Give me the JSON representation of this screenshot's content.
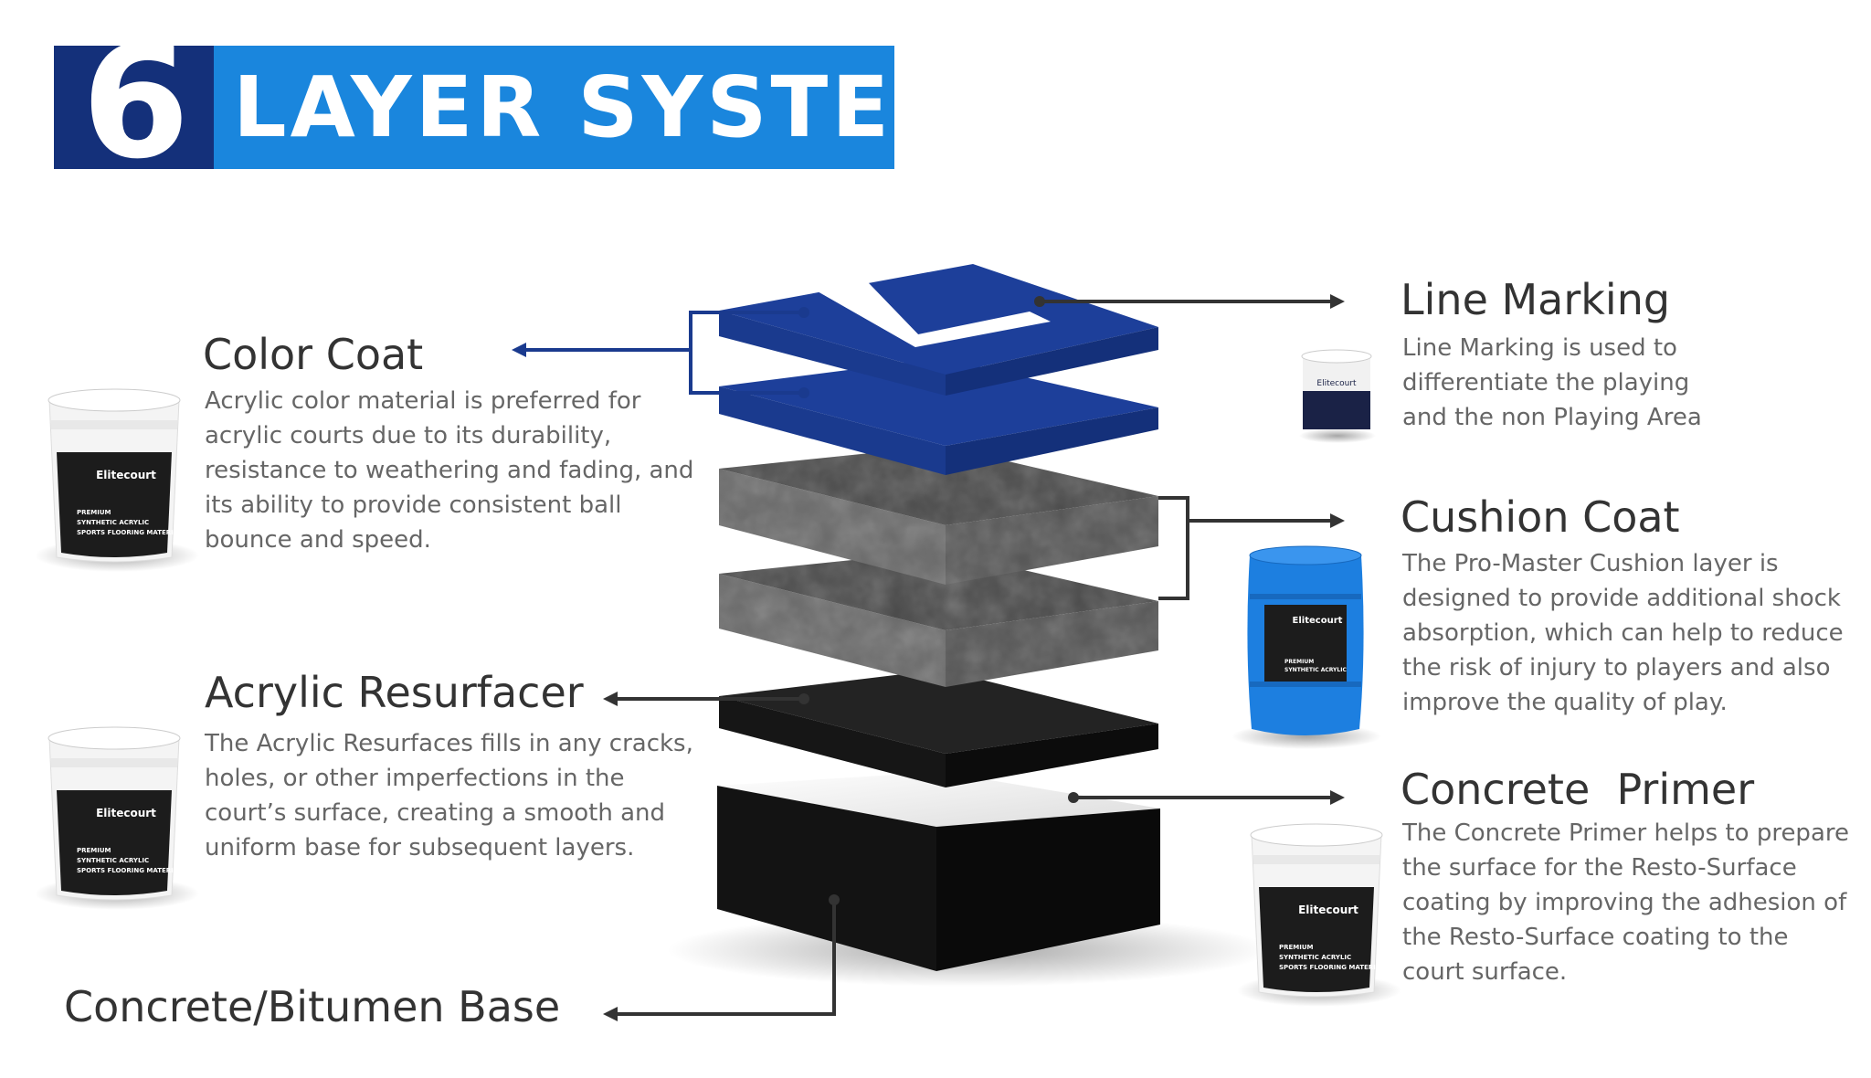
{
  "banner": {
    "number": "6",
    "title": "LAYER SYSTEM"
  },
  "layers": {
    "line_marking": {
      "title": "Line Marking",
      "desc": [
        "Line Marking is used to",
        "differentiate the playing",
        "and the non Playing Area"
      ]
    },
    "color_coat": {
      "title": "Color Coat",
      "desc": [
        "Acrylic color material is preferred for",
        "acrylic courts due to its durability,",
        "resistance to weathering and fading, and",
        "its ability to provide consistent ball",
        "bounce and speed."
      ]
    },
    "cushion_coat": {
      "title": "Cushion Coat",
      "desc": [
        "The Pro-Master Cushion layer is",
        "designed to provide additional shock",
        "absorption, which can help to reduce",
        "the risk of injury to players and also",
        "improve the quality of play."
      ]
    },
    "acrylic_resurfacer": {
      "title": "Acrylic Resurfacer",
      "desc": [
        "The Acrylic Resurfaces fills in any cracks,",
        "holes, or other imperfections in the",
        "court’s surface, creating a smooth and",
        "uniform base for subsequent layers."
      ]
    },
    "concrete_primer": {
      "title": "Concrete  Primer",
      "desc": [
        "The Concrete Primer helps to prepare",
        "the surface for the Resto-Surface",
        "coating by improving the adhesion of",
        "the Resto-Surface coating to the",
        "court surface."
      ]
    },
    "base": {
      "title": "Concrete/Bitumen Base"
    }
  },
  "product": {
    "brand": "Elitecourt",
    "line1": "PREMIUM",
    "line2": "SYNTHETIC ACRYLIC",
    "line3": "SPORTS FLOORING MATERIAL"
  },
  "colors": {
    "banner_dark": "#14307a",
    "banner_light": "#1a86dd",
    "blue_layer": "#1d3f9a",
    "cushion_gray": "#5a5a5a",
    "resurfacer_black": "#1a1a1a",
    "base_black": "#111111",
    "bucket_blue": "#1d7fe0"
  }
}
